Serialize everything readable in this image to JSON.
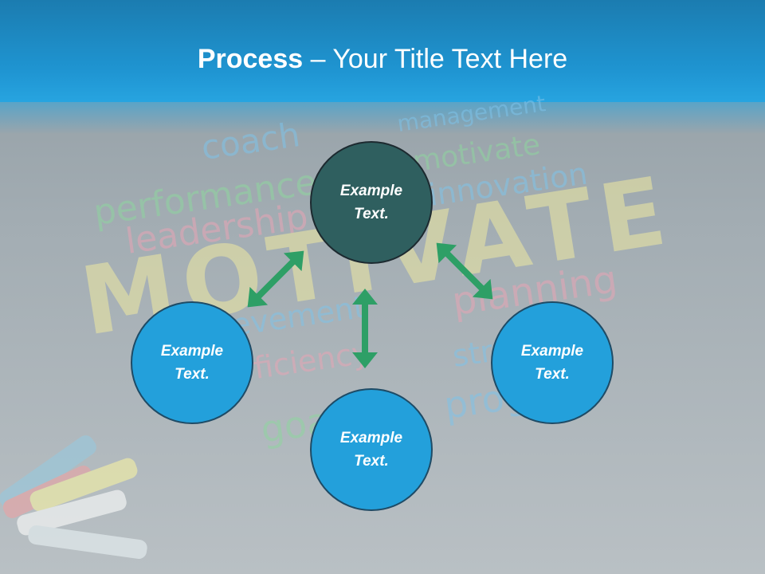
{
  "title": {
    "bold": "Process",
    "rest": " – Your Title Text Here"
  },
  "background_words": [
    "coach",
    "management",
    "performance",
    "motivate",
    "innovation",
    "leadership",
    "MOTIVATE",
    "planning",
    "achievement",
    "efficiency",
    "strategy",
    "goals",
    "progress"
  ],
  "nodes": {
    "center": {
      "label": "Example Text."
    },
    "left": {
      "label": "Example Text."
    },
    "bottom": {
      "label": "Example Text."
    },
    "right": {
      "label": "Example Text."
    }
  },
  "colors": {
    "header": "#1f95d2",
    "center_node": "#2f5f5f",
    "outer_node": "#23a0db",
    "arrow": "#2e9f66"
  }
}
